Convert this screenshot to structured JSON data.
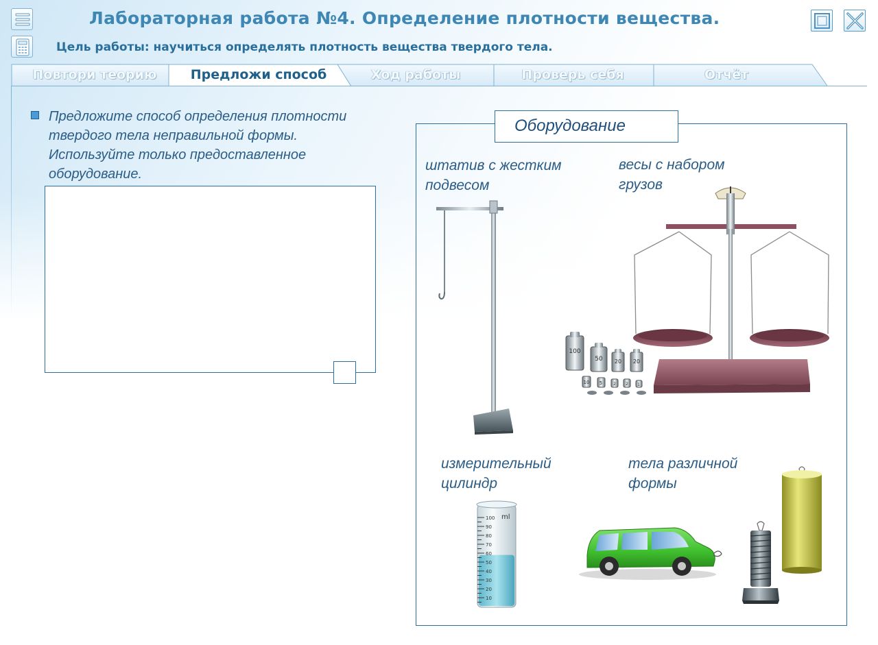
{
  "header": {
    "title": "Лабораторная работа №4.  Определение плотности вещества.",
    "subtitle": "Цель работы: научиться определять плотность вещества твердого тела."
  },
  "tabs": [
    {
      "label": "Повтори теорию",
      "active": false
    },
    {
      "label": "Предложи способ",
      "active": true
    },
    {
      "label": "Ход работы",
      "active": false
    },
    {
      "label": "Проверь себя",
      "active": false
    },
    {
      "label": "Отчёт",
      "active": false
    }
  ],
  "task": {
    "text": "Предложите способ определения плотности\nтвердого тела неправильной формы.\nИспользуйте  только предоставленное\nоборудование.",
    "answer_value": ""
  },
  "equipment": {
    "title": "Оборудование",
    "items": [
      {
        "label": "штатив с жестким\nподвесом"
      },
      {
        "label": "весы с набором\nгрузов"
      },
      {
        "label": "измерительный\nцилиндр"
      },
      {
        "label": "тела различной\nформы"
      }
    ],
    "weights": [
      "100",
      "50",
      "20",
      "20",
      "10",
      "5",
      "2",
      "2",
      "1"
    ],
    "cylinder": {
      "unit": "ml",
      "scale": [
        "100",
        "90",
        "80",
        "70",
        "60",
        "50",
        "40",
        "30",
        "20",
        "10"
      ],
      "water_level_ml": 58
    }
  },
  "colors": {
    "accent": "#3e87b4",
    "frame": "#2e6e9e",
    "text": "#2a5c86",
    "car": "#3fbf2e",
    "cylinder_body": "#c6c64a",
    "water": "#7ecfe0",
    "balance": "#8c5060"
  },
  "icons": {
    "menu": "menu-icon",
    "calculator": "calculator-icon",
    "maximize": "maximize-icon",
    "close": "close-icon"
  }
}
